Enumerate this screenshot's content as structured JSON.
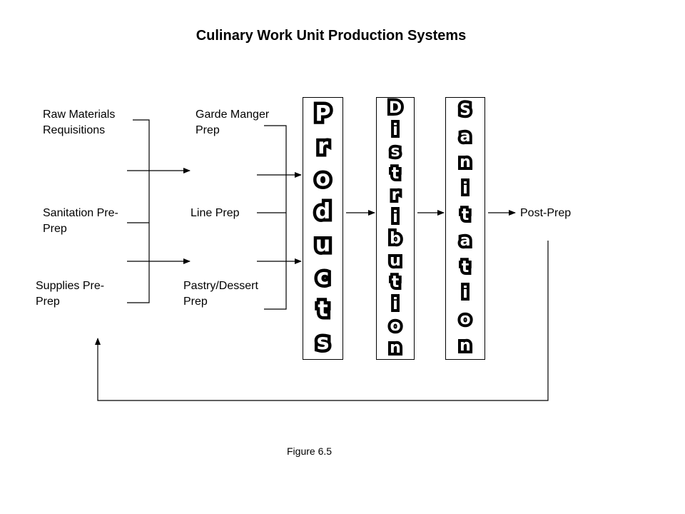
{
  "title": "Culinary Work Unit Production Systems",
  "inputs": {
    "raw_materials": [
      "Raw Materials",
      "Requisitions"
    ],
    "sanitation_pre_prep": [
      "Sanitation Pre-",
      "Prep"
    ],
    "supplies_pre_prep": [
      "Supplies Pre-",
      "Prep"
    ]
  },
  "prep_stations": {
    "garde_manger": [
      "Garde Manger",
      "Prep"
    ],
    "line_prep": "Line Prep",
    "pastry_dessert": [
      "Pastry/Dessert",
      "Prep"
    ]
  },
  "stages": {
    "products": [
      "P",
      "r",
      "o",
      "d",
      "u",
      "c",
      "t",
      "s"
    ],
    "distribution": [
      "D",
      "i",
      "s",
      "t",
      "r",
      "i",
      "b",
      "u",
      "t",
      "i",
      "o",
      "n"
    ],
    "sanitation": [
      "S",
      "a",
      "n",
      "i",
      "t",
      "a",
      "t",
      "i",
      "o",
      "n"
    ]
  },
  "output": "Post-Prep",
  "caption": "Figure 6.5"
}
